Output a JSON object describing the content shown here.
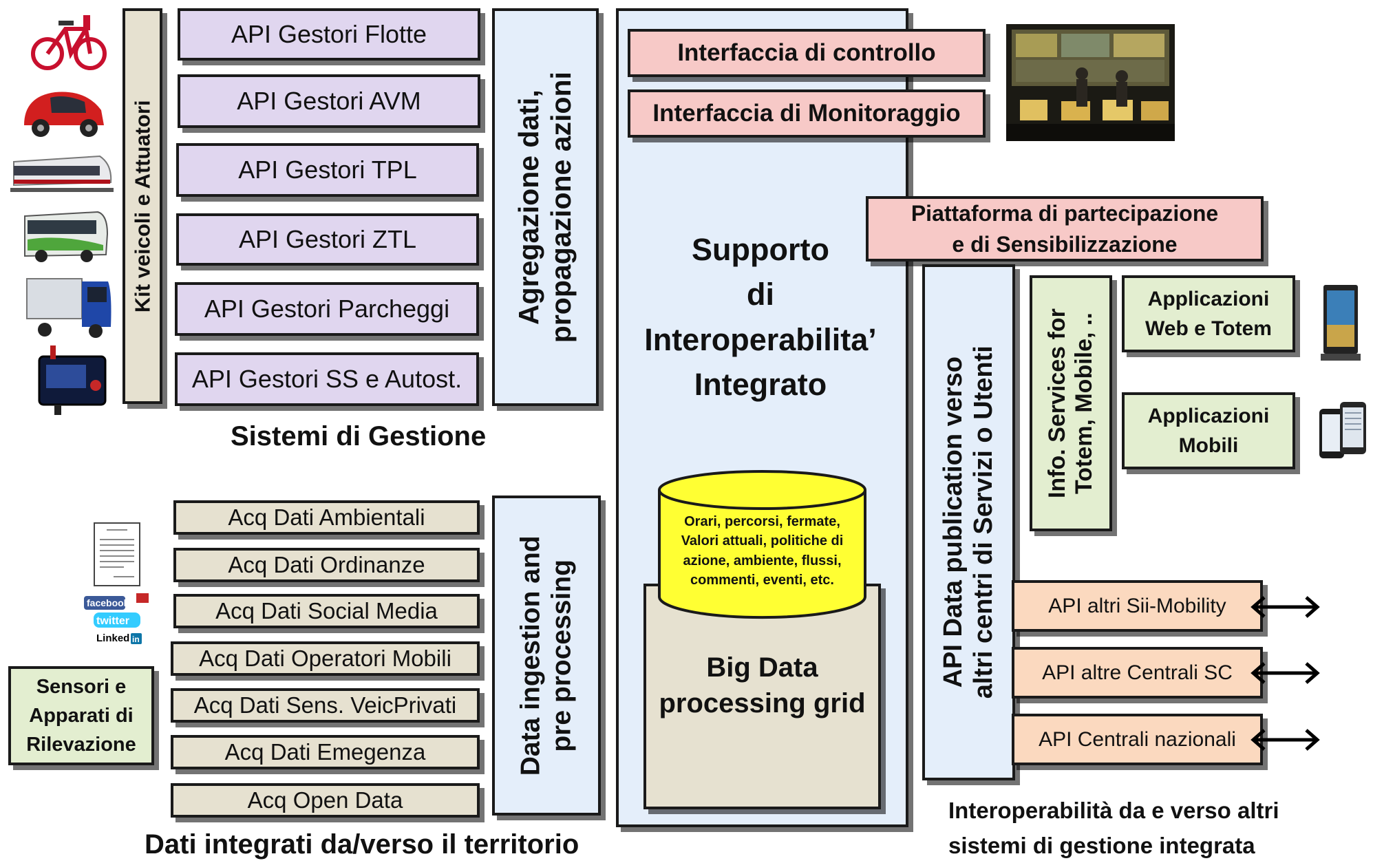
{
  "sistemi_gestione": {
    "caption": "Sistemi di Gestione",
    "kit_label": "Kit veicoli e Attuatori",
    "apis": [
      "API Gestori Flotte",
      "API Gestori AVM",
      "API Gestori TPL",
      "API Gestori ZTL",
      "API Gestori Parcheggi",
      "API Gestori SS e Autost."
    ],
    "aggregazione_line1": "Agregazione dati,",
    "aggregazione_line2": "propagazione azioni"
  },
  "dati_territorio": {
    "caption": "Dati integrati da/verso il  territorio",
    "acq": [
      "Acq Dati Ambientali",
      "Acq Dati Ordinanze",
      "Acq Dati Social Media",
      "Acq Dati Operatori Mobili",
      "Acq Dati Sens. VeicPrivati",
      "Acq Dati Emegenza",
      "Acq Open Data"
    ],
    "ingestion_line1": "Data ingestion and",
    "ingestion_line2": "pre processing",
    "sensori": [
      "Sensori e",
      "Apparati di",
      "Rilevazione"
    ],
    "social_logos": [
      "facebook",
      "twitter",
      "Linked in"
    ]
  },
  "centro": {
    "title_lines": [
      "Supporto",
      "di",
      "Interoperabilita’",
      "Integrato"
    ],
    "db_lines": [
      "Orari, percorsi, fermate,",
      "Valori attuali, politiche di",
      "azione, ambiente, flussi,",
      "commenti, eventi, etc."
    ],
    "grid_lines": [
      "Big Data",
      "processing grid"
    ]
  },
  "controllo": {
    "interfaccia_controllo": "Interfaccia di controllo",
    "interfaccia_monitoraggio": "Interfaccia di Monitoraggio"
  },
  "partecipazione": [
    "Piattaforma di partecipazione",
    "e di Sensibilizzazione"
  ],
  "publication": {
    "line1": "API Data publication verso",
    "line2": "altri centri di Servizi o Utenti"
  },
  "info_services": {
    "line1": "Info. Services for",
    "line2": "Totem,  Mobile, .."
  },
  "applicazioni": {
    "web": [
      "Applicazioni",
      "Web e Totem"
    ],
    "mobili": [
      "Applicazioni",
      "Mobili"
    ]
  },
  "interop": {
    "apis": [
      "API altri Sii-Mobility",
      "API altre Centrali SC",
      "API Centrali nazionali"
    ],
    "caption_lines": [
      "Interoperabilità da e verso altri",
      "sistemi di gestione integrata"
    ]
  },
  "colors": {
    "purple": "#e0d6ef",
    "tan": "#e6e1d0",
    "blue": "#e4eefa",
    "pink": "#f7c9c7",
    "green": "#e3eed0",
    "peach": "#fbd9bf",
    "yellow": "#ffff33"
  }
}
